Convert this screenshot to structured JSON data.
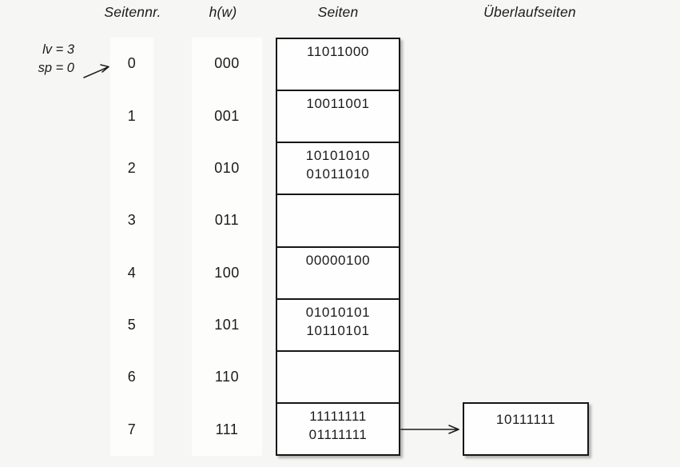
{
  "page": {
    "bg_color": "#f6f6f4",
    "text_color": "#1b1b1b",
    "border_color": "#161616"
  },
  "headers": {
    "seitennr": "Seitennr.",
    "hw": "h(w)",
    "seiten": "Seiten",
    "ueberlauf": "Überlaufseiten"
  },
  "state": {
    "lv_label": "lv = 3",
    "sp_label": "sp = 0"
  },
  "table": {
    "rows": [
      {
        "nr": "0",
        "hw": "000",
        "values": [
          "11011000"
        ]
      },
      {
        "nr": "1",
        "hw": "001",
        "values": [
          "10011001"
        ]
      },
      {
        "nr": "2",
        "hw": "010",
        "values": [
          "10101010",
          "01011010"
        ]
      },
      {
        "nr": "3",
        "hw": "011",
        "values": []
      },
      {
        "nr": "4",
        "hw": "100",
        "values": [
          "00000100"
        ]
      },
      {
        "nr": "5",
        "hw": "101",
        "values": [
          "01010101",
          "10110101"
        ]
      },
      {
        "nr": "6",
        "hw": "110",
        "values": []
      },
      {
        "nr": "7",
        "hw": "111",
        "values": [
          "11111111",
          "01111111"
        ]
      }
    ]
  },
  "overflow": {
    "values": [
      "10111111"
    ],
    "linked_row": "7"
  }
}
